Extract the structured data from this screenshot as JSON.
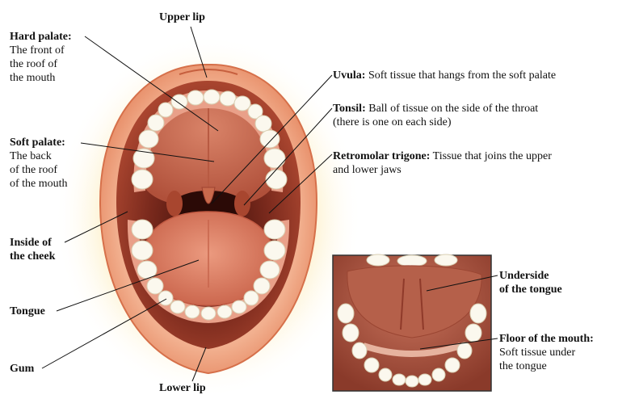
{
  "labels": {
    "upper_lip": "Upper lip",
    "hard_palate": {
      "title": "Hard palate:",
      "lines": [
        "The front of",
        "the roof of",
        "the mouth"
      ]
    },
    "soft_palate": {
      "title": "Soft palate:",
      "lines": [
        "The back",
        "of the roof",
        "of the mouth"
      ]
    },
    "inside_cheek": {
      "lines": [
        "Inside of",
        "the cheek"
      ]
    },
    "tongue": "Tongue",
    "gum": "Gum",
    "lower_lip": "Lower lip",
    "uvula": {
      "title": "Uvula:",
      "desc": "Soft tissue that hangs from the soft palate"
    },
    "tonsil": {
      "title": "Tonsil:",
      "desc": "Ball of tissue on the side of the throat",
      "desc2": "(there is one on each side)"
    },
    "retromolar": {
      "title": "Retromolar trigone:",
      "desc": "Tissue that joins the upper",
      "desc2": "and lower jaws"
    },
    "underside": {
      "lines": [
        "Underside",
        "of the tongue"
      ]
    },
    "floor": {
      "title": "Floor of the mouth:",
      "lines": [
        "Soft tissue under",
        "the tongue"
      ]
    }
  },
  "colors": {
    "glow": "#fde7a8",
    "lip": "#e48a63",
    "cavity": "#6e2418",
    "palate": "#c8664a",
    "tongue": "#dd7d62",
    "tooth": "#fbf8ee",
    "gum": "#e9a089",
    "inset_bg": "#b85a44"
  }
}
